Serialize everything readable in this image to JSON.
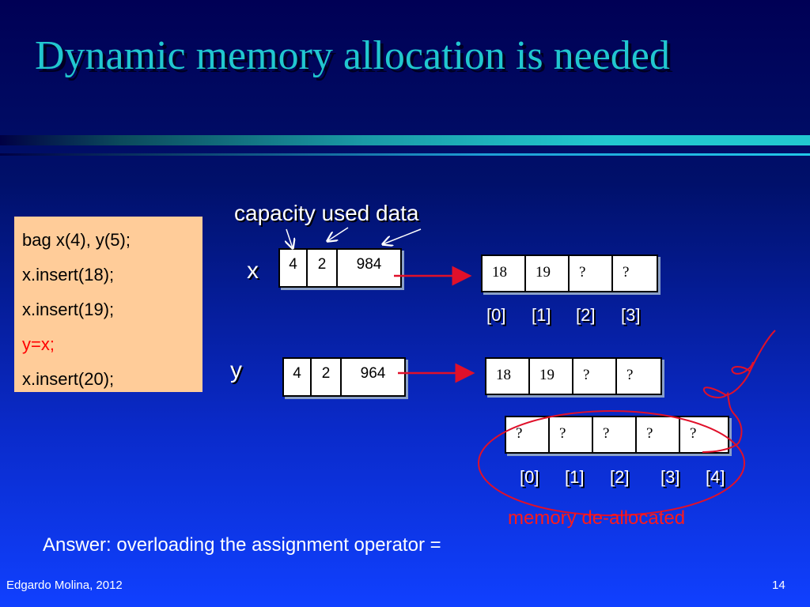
{
  "slide": {
    "title": "Dynamic memory allocation is needed",
    "header_labels": "capacity used data",
    "code_lines": [
      "bag x(4), y(5);",
      "x.insert(18);",
      "x.insert(19);",
      "y=x;",
      "x.insert(20);"
    ],
    "x_var": "x",
    "y_var": "y",
    "x_triple": [
      "4",
      "2",
      "984"
    ],
    "y_triple": [
      "4",
      "2",
      "964"
    ],
    "x_array": [
      "18",
      "19",
      "?",
      "?"
    ],
    "y_array": [
      "18",
      "19",
      "?",
      "?"
    ],
    "old_array": [
      "?",
      "?",
      "?",
      "?",
      "?"
    ],
    "x_indices": [
      "[0]",
      "[1]",
      "[2]",
      "[3]"
    ],
    "old_indices": [
      "[0]",
      "[1]",
      "[2]",
      "[3]",
      "[4]"
    ],
    "dealloc_note": "memory de-allocated",
    "answer": "Answer: overloading the assignment operator =",
    "footer_author": "Edgardo Molina, 2012",
    "page_number": "14"
  },
  "colors": {
    "title": "#21c7cf",
    "code_bg": "#ffcc99",
    "highlight_red": "#ff0000",
    "arrow_red": "#e0102a"
  }
}
